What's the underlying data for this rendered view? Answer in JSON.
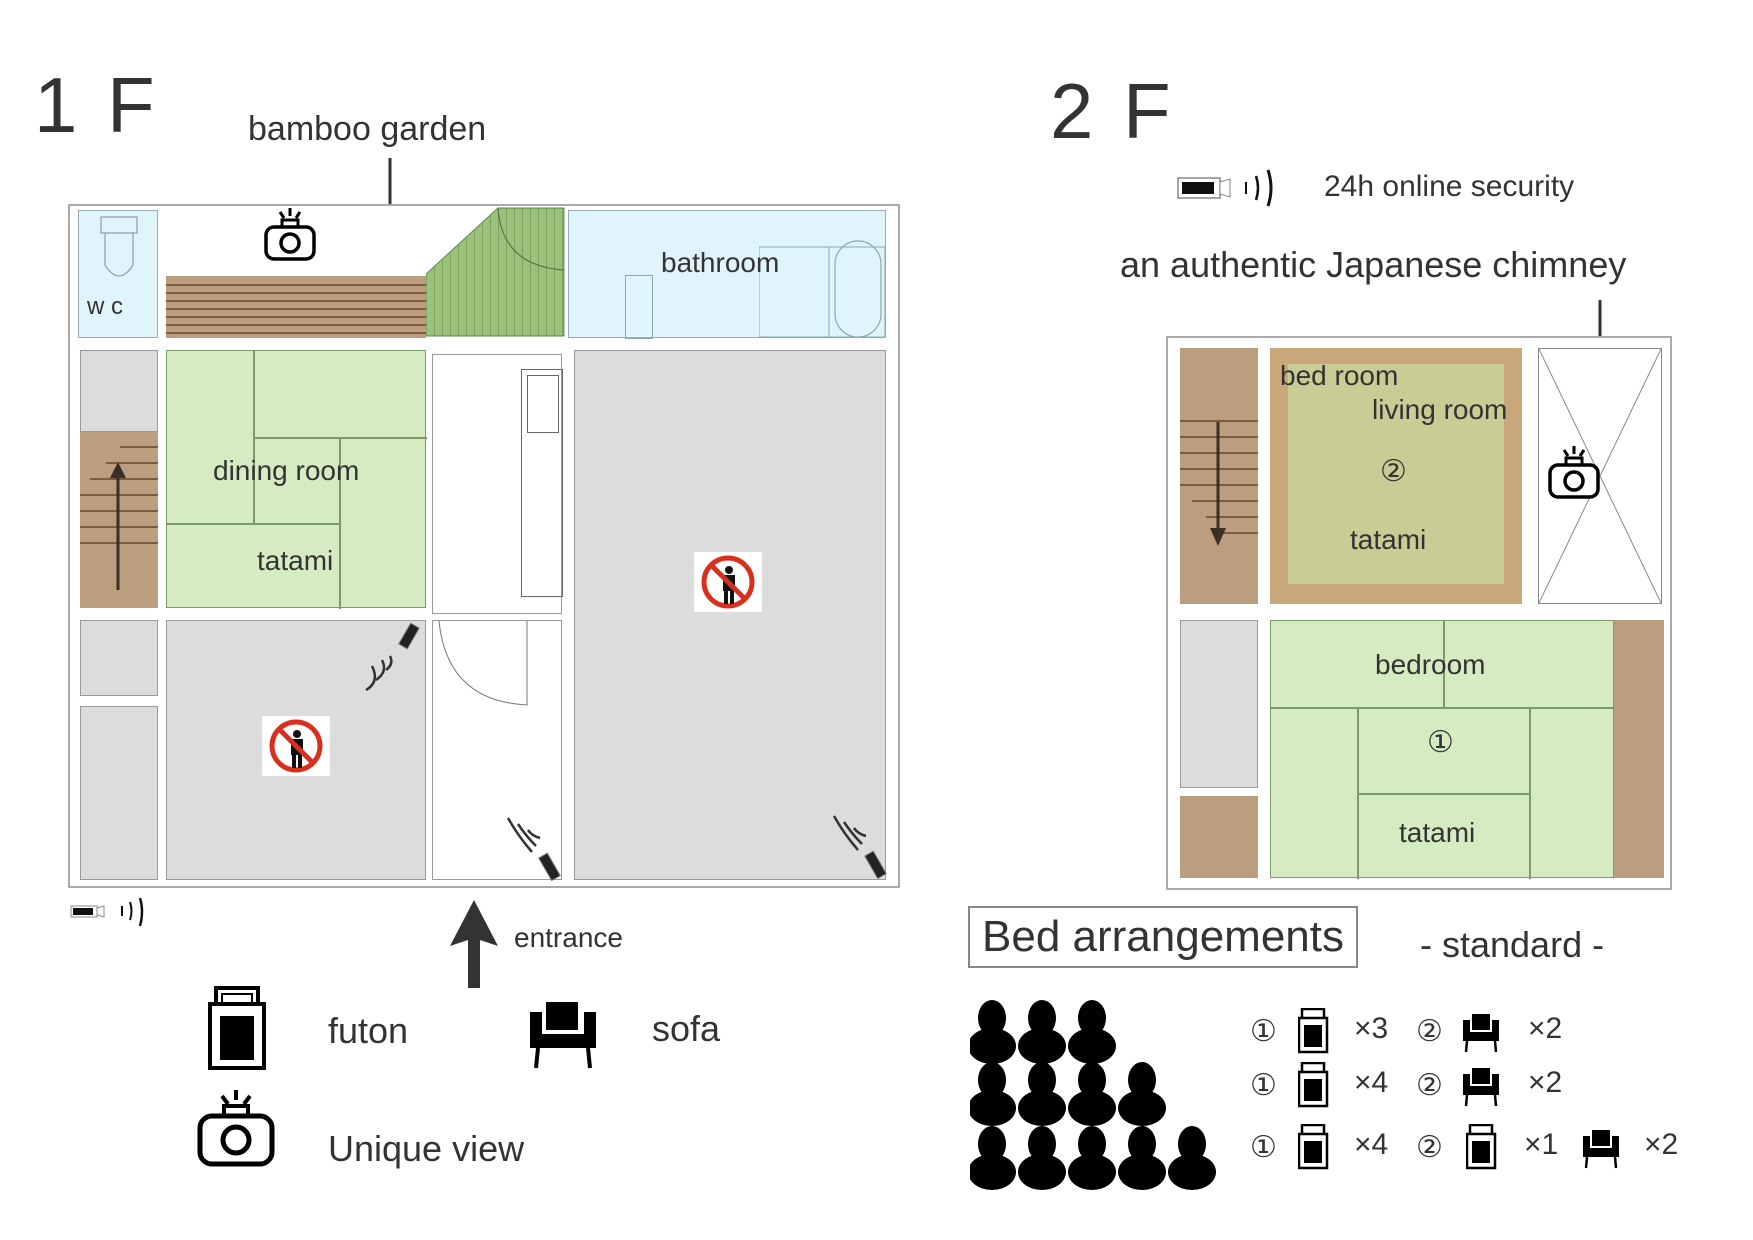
{
  "floor1": {
    "title": "1 F",
    "labels": {
      "bamboo_garden": "bamboo garden",
      "wc": "w c",
      "bathroom": "bathroom",
      "dining_room": "dining room",
      "tatami": "tatami",
      "entrance": "entrance"
    }
  },
  "floor2": {
    "title": "2 F",
    "security_label": "24h online security",
    "chimney_label": "an authentic Japanese chimney",
    "labels": {
      "bed_room": "bed room",
      "living_room": "living room",
      "room2_number": "②",
      "room2_tatami": "tatami",
      "bedroom": "bedroom",
      "room1_number": "①",
      "room1_tatami": "tatami"
    }
  },
  "legend": {
    "futon": "futon",
    "sofa": "sofa",
    "unique_view": "Unique view"
  },
  "bed_arrangements": {
    "title": "Bed arrangements",
    "subtitle": "- standard -",
    "rows": [
      {
        "guests": 3,
        "room1_label": "①",
        "room1_futon": "×3",
        "room2_label": "②",
        "room2_futon": "",
        "room2_sofa": "×2"
      },
      {
        "guests": 4,
        "room1_label": "①",
        "room1_futon": "×4",
        "room2_label": "②",
        "room2_futon": "",
        "room2_sofa": "×2"
      },
      {
        "guests": 5,
        "room1_label": "①",
        "room1_futon": "×4",
        "room2_label": "②",
        "room2_futon": "×1",
        "room2_sofa": "×2"
      }
    ]
  },
  "colors": {
    "tatami": "#d5ecc2",
    "tatami_line": "#7a9a6a",
    "wood": "#bb9e7e",
    "restricted": "#dcdcdc",
    "bathroom": "#e0f4fb",
    "bamboo": "#9bc17b",
    "living_tatami": "#c9cc94",
    "no_entry_red": "#d9301e"
  }
}
